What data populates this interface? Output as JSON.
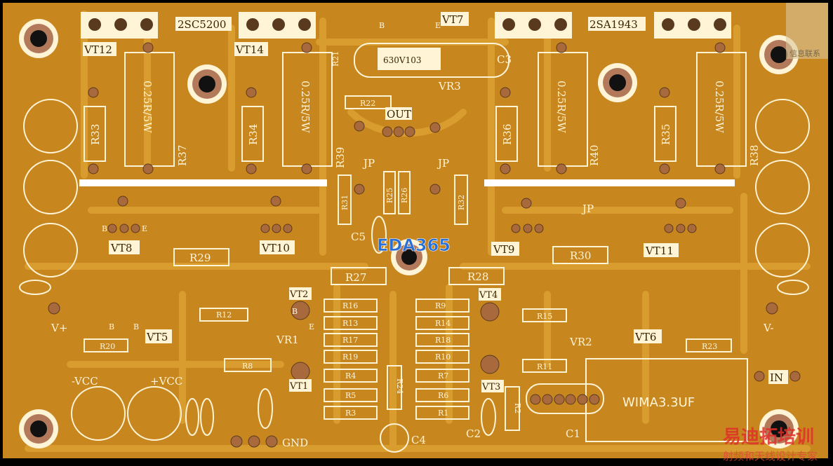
{
  "board": {
    "colors": {
      "board": "#c8861e",
      "trace": "#d99c2e",
      "silkscreen": "#fff4d6",
      "pad": "#a86a3c",
      "logo": "#2a6fd6",
      "watermark": "#e0302a"
    },
    "top_labels": {
      "vt12": "VT12",
      "part_2sc5200": "2SC5200",
      "vt14": "VT14",
      "vt7": "VT7",
      "c3": "C3",
      "part_2sa1943": "2SA1943",
      "cap_630v103": "630V103",
      "r21": "R21",
      "r22": "R22",
      "vr3": "VR3",
      "out": "OUT"
    },
    "power_resistors": {
      "value": "0.25R/5W",
      "r33": "R33",
      "r34": "R34",
      "r36": "R36",
      "r35": "R35",
      "r37": "R37",
      "r40": "R40",
      "r38": "R38",
      "r39": "R39"
    },
    "jumpers": [
      "JP",
      "JP",
      "JP"
    ],
    "mid_labels": {
      "vt8": "VT8",
      "vt10": "VT10",
      "r29": "R29",
      "c5": "C5",
      "vt9": "VT9",
      "r30": "R30",
      "vt11": "VT11",
      "r27": "R27",
      "r28": "R28",
      "r25": "R25",
      "r26": "R26",
      "r32": "R32",
      "r31": "R31"
    },
    "logo": "EDA365",
    "lower_labels": {
      "vt2": "VT2",
      "vt4": "VT4",
      "r12": "R12",
      "vr1": "VR1",
      "vt5": "VT5",
      "r20": "R20",
      "r8": "R8",
      "vt1": "VT1",
      "vt3": "VT3",
      "vr2": "VR2",
      "r15": "R15",
      "r11": "R11",
      "vt6": "VT6",
      "r23": "R23",
      "r24": "R24",
      "r2": "R2"
    },
    "resistor_left_column": [
      "R16",
      "R13",
      "R17",
      "R19",
      "R4",
      "R5",
      "R3"
    ],
    "resistor_right_column": [
      "R9",
      "R14",
      "R18",
      "R10",
      "R7",
      "R6",
      "R1"
    ],
    "power_labels": {
      "v_plus": "V+",
      "v_minus": "V-",
      "neg_vcc": "-VCC",
      "pos_vcc": "+VCC",
      "gnd": "GND",
      "in": "IN"
    },
    "caps": {
      "c4": "C4",
      "c2": "C2",
      "c1": "C1",
      "wima": "WIMA3.3UF"
    },
    "pin_letters": {
      "b": "B",
      "e": "E"
    },
    "watermark": {
      "title": "易迪拓培训",
      "subtitle": "射频和天线设计专家",
      "qr_caption": "信息联系"
    }
  }
}
